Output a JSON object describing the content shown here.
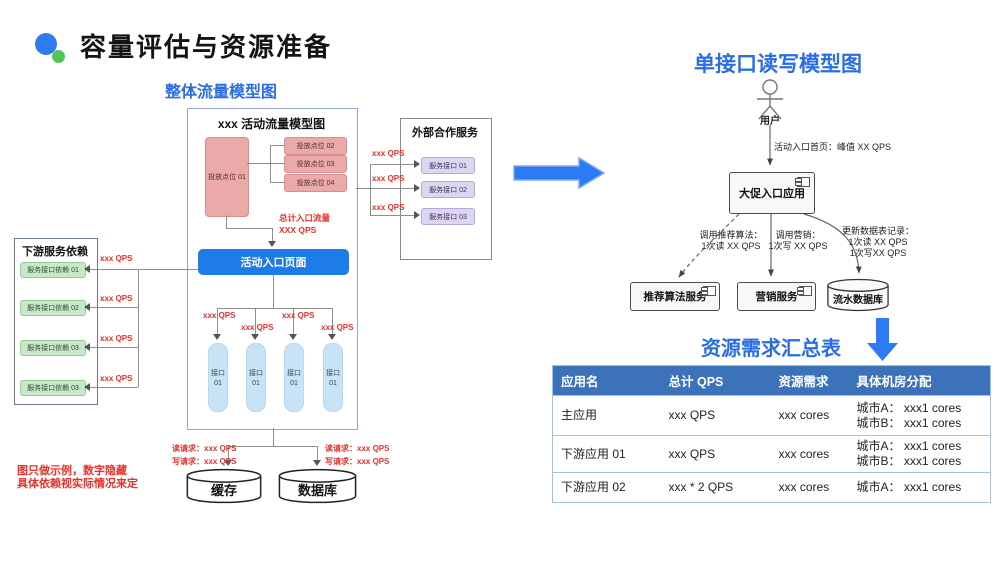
{
  "page": {
    "title": "容量评估与资源准备"
  },
  "labels": {
    "qps": "xxx QPS"
  },
  "overall_flow": {
    "heading": "整体流量模型图",
    "inner_title": "xxx 活动流量模型图",
    "placement_main": "投放点位 01",
    "placements": [
      "投放点位 02",
      "投放点位 03",
      "投放点位 04"
    ],
    "total_line1": "总计入口流量",
    "total_line2": "XXX QPS",
    "entry_page": "活动入口页面",
    "iface_line1": "接口",
    "iface_line2": "01",
    "read_req": "读请求：xxx QPS",
    "write_req": "写请求：xxx QPS",
    "cache": "缓存",
    "database": "数据库"
  },
  "downstream": {
    "heading": "下游服务依赖",
    "items": [
      "服务接口依赖 01",
      "服务接口依赖 02",
      "服务接口依赖 03",
      "服务接口依赖 03"
    ]
  },
  "external": {
    "heading": "外部合作服务",
    "items": [
      "服务接口 01",
      "服务接口 02",
      "服务接口 03"
    ]
  },
  "single_interface": {
    "heading": "单接口读写模型图",
    "user": "用户",
    "entry_label": "活动入口首页：峰值 XX QPS",
    "main_app": "大促入口应用",
    "call_rec_line1": "调用推荐算法：",
    "call_rec_line2": "1次读 XX QPS",
    "call_mkt_line1": "调用营销：",
    "call_mkt_line2": "1次写 XX QPS",
    "update_db_line1": "更新数据表记录：",
    "update_db_line2": "1次读 XX QPS",
    "update_db_line3": "1次写XX QPS",
    "rec_service": "推荐算法服务",
    "mkt_service": "营销服务",
    "flow_db": "流水数据库"
  },
  "resource_table": {
    "heading": "资源需求汇总表",
    "headers": [
      "应用名",
      "总计 QPS",
      "资源需求",
      "具体机房分配"
    ],
    "rows": [
      {
        "app": "主应用",
        "qps": "xxx QPS",
        "res": "xxx cores",
        "alloc1": "城市A： xxx1 cores",
        "alloc2": "城市B： xxx1 cores"
      },
      {
        "app": "下游应用 01",
        "qps": "xxx QPS",
        "res": "xxx cores",
        "alloc1": "城市A： xxx1 cores",
        "alloc2": "城市B： xxx1 cores"
      },
      {
        "app": "下游应用 02",
        "qps": "xxx * 2 QPS",
        "res": "xxx cores",
        "alloc1": "城市A： xxx1 cores"
      }
    ]
  },
  "note": {
    "line1": "图只做示例，数字隐藏",
    "line2": "具体依赖视实际情况来定"
  },
  "colors": {
    "accent_blue": "#2A6DE5",
    "entry_blue": "#1E7CE8",
    "table_header_blue": "#3B72B9",
    "arrow_blue": "#2D7BF4",
    "alert_red": "#E8302A",
    "pink": "#EBA9A9",
    "green": "#C8E8C8",
    "lavender": "#DDD6F2",
    "light_blue": "#C9E3F6",
    "line_gray": "#8F8F8F"
  }
}
